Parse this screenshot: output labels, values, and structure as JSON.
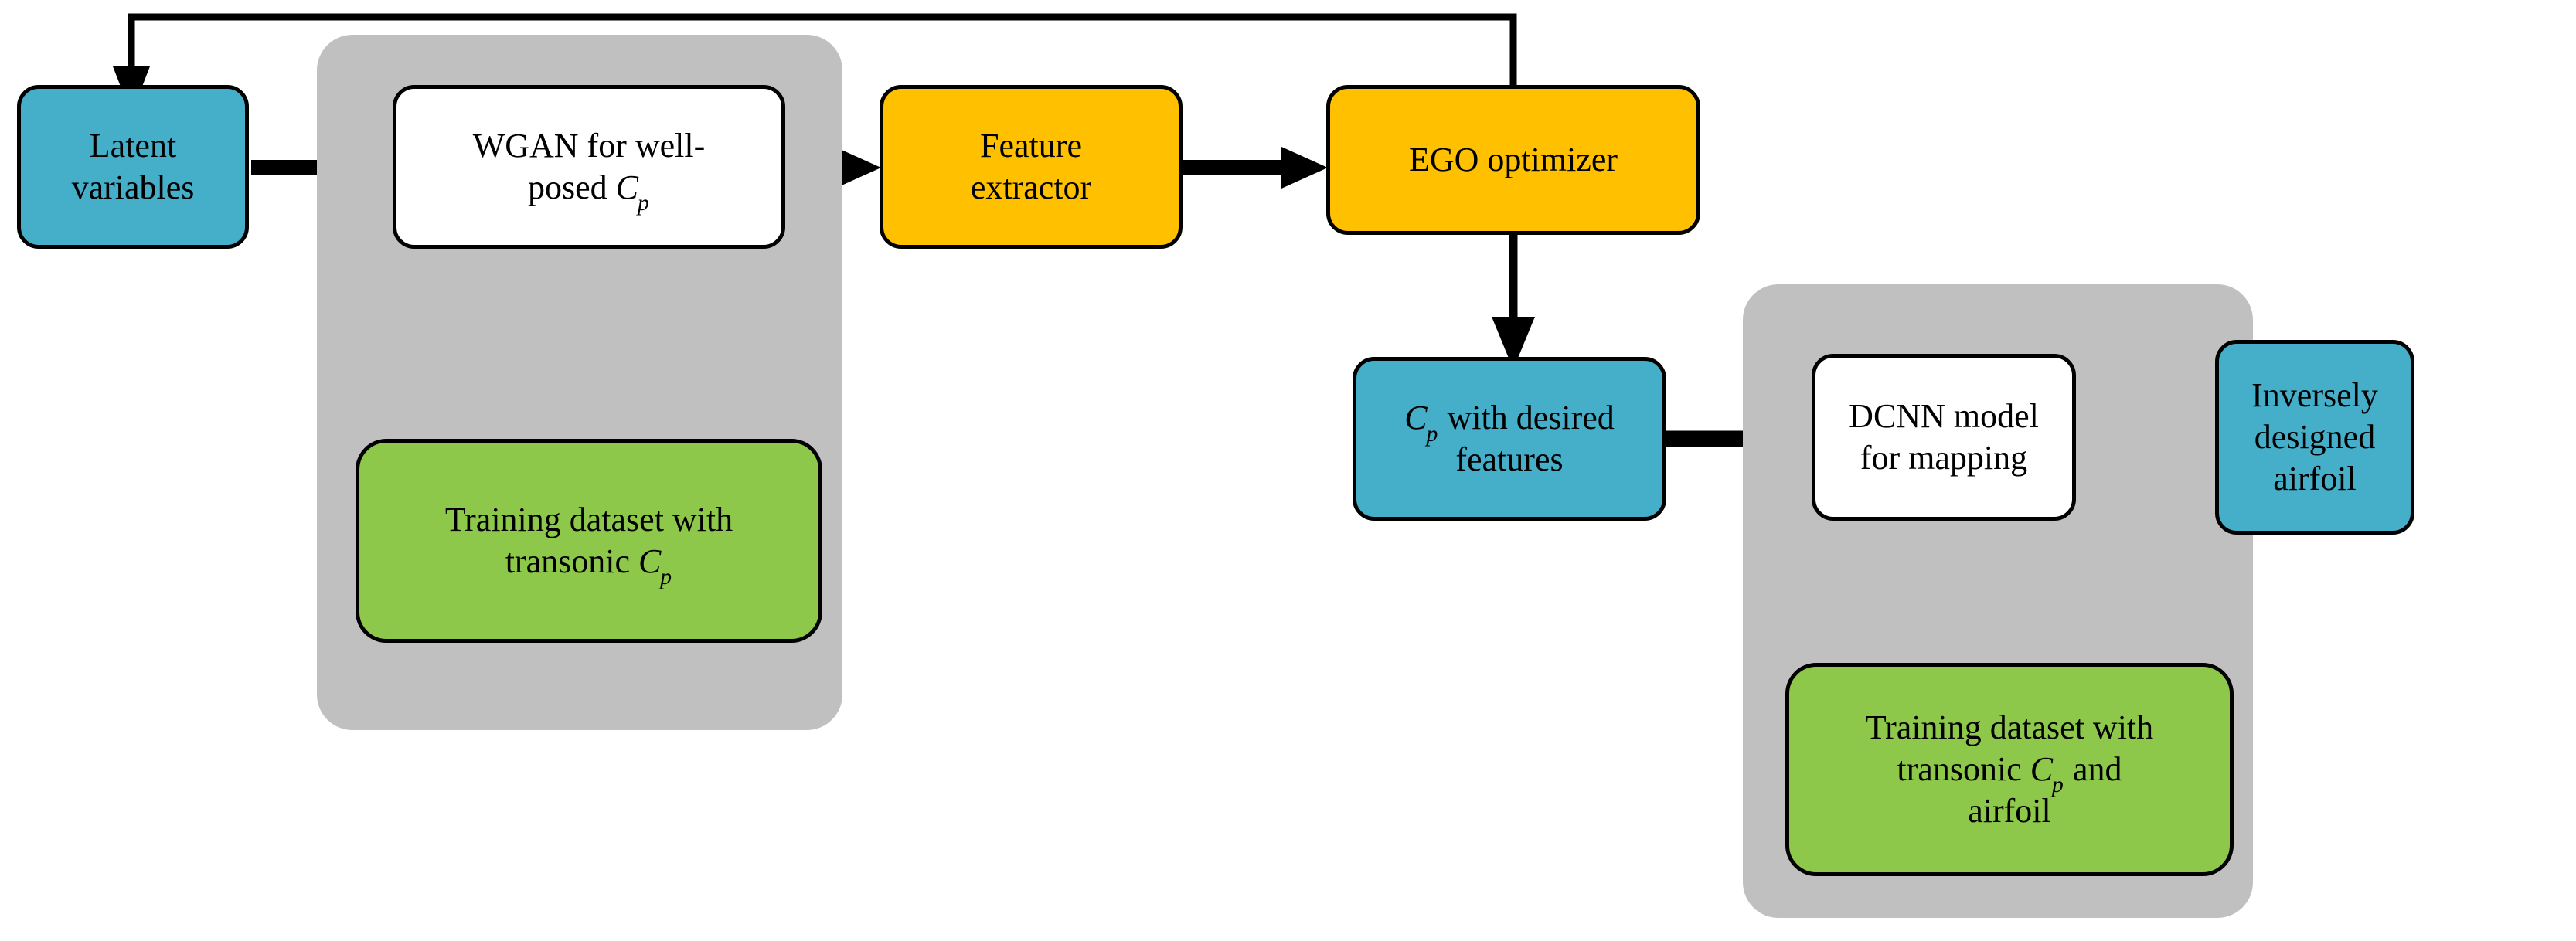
{
  "diagram": {
    "title": "Inverse airfoil design framework",
    "background": "#ffffff",
    "colors": {
      "blue": "#45aec8",
      "orange": "#ffc000",
      "green": "#8dc84b",
      "white": "#ffffff",
      "panel_gray": "#c0c0c0",
      "stroke": "#000000"
    }
  },
  "panels": [
    {
      "id": "wgan-group",
      "name": "wgan-training-group"
    },
    {
      "id": "dcnn-group",
      "name": "dcnn-training-group"
    }
  ],
  "nodes": {
    "latent_variables": {
      "line1": "Latent",
      "line2": "variables",
      "fill": "#45aec8"
    },
    "wgan": {
      "line1": "WGAN for well-",
      "line2_pre": "posed ",
      "line2_var": "C",
      "line2_sub": "p",
      "fill": "#ffffff"
    },
    "feature_extractor": {
      "line1": "Feature",
      "line2": "extractor",
      "fill": "#ffc000"
    },
    "ego_optimizer": {
      "line1": "EGO optimizer",
      "fill": "#ffc000"
    },
    "training_dataset_left": {
      "line1": "Training dataset with",
      "line2_pre": "transonic ",
      "line2_var": "C",
      "line2_sub": "p",
      "fill": "#8dc84b"
    },
    "cp_desired": {
      "line1_var": "C",
      "line1_sub": "p",
      "line1_post": " with desired",
      "line2": "features",
      "fill": "#45aec8"
    },
    "dcnn": {
      "line1": "DCNN model",
      "line2": "for mapping",
      "fill": "#ffffff"
    },
    "training_dataset_right": {
      "line1": "Training dataset with",
      "line2_pre": "transonic ",
      "line2_var": "C",
      "line2_sub": "p",
      "line2_post": " and",
      "line3": "airfoil",
      "fill": "#8dc84b"
    },
    "inversely_designed_airfoil": {
      "line1": "Inversely",
      "line2": "designed",
      "line3": "airfoil",
      "fill": "#45aec8"
    }
  },
  "connectors": [
    {
      "name": "arrow-latent-to-wgan",
      "kind": "solid-thick-right"
    },
    {
      "name": "arrow-wgan-to-feature-extractor",
      "kind": "solid-thick-right"
    },
    {
      "name": "arrow-feature-extractor-to-ego",
      "kind": "solid-thick-right"
    },
    {
      "name": "arrow-ego-to-cp-desired",
      "kind": "solid-thin-down"
    },
    {
      "name": "arrow-cp-desired-to-dcnn",
      "kind": "solid-thick-right"
    },
    {
      "name": "arrow-dcnn-to-airfoil",
      "kind": "solid-thick-right"
    },
    {
      "name": "feedback-ego-to-latent-variables",
      "kind": "thin-loop-back"
    },
    {
      "name": "arrow-training-left-to-wgan",
      "kind": "hollow-up"
    },
    {
      "name": "arrow-training-right-to-dcnn",
      "kind": "hollow-up"
    }
  ]
}
